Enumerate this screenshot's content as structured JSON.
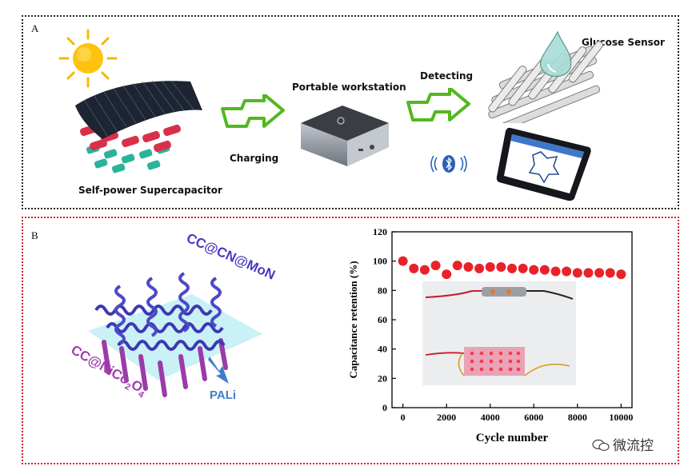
{
  "panel_a": {
    "label": "A",
    "captions": {
      "supercapacitor": "Self-power Supercapacitor",
      "charging": "Charging",
      "workstation": "Portable workstation",
      "detecting": "Detecting",
      "glucose": "Glucose Sensor"
    },
    "icons": [
      "sun-icon",
      "fabric-icon",
      "lightning-arrow-icon",
      "power-bank-icon",
      "bluetooth-icon",
      "textile-sensor-icon",
      "droplet-icon",
      "smartphone-icon"
    ]
  },
  "panel_b": {
    "label": "B",
    "labels": {
      "mon": "CC@CN@MoN",
      "nico_prefix": "CC@NiCo",
      "nico_sub1": "2",
      "nico_mid": "O",
      "nico_sub2": "4",
      "pali": "PALi"
    }
  },
  "chart_data": {
    "type": "scatter",
    "xlabel": "Cycle number",
    "ylabel": "Capacitance retention (%)",
    "xlim": [
      -500,
      10500
    ],
    "ylim": [
      0,
      120
    ],
    "xticks": [
      0,
      2000,
      4000,
      6000,
      8000,
      10000
    ],
    "yticks": [
      0,
      20,
      40,
      60,
      80,
      100,
      120
    ],
    "marker_color": "#e8222a",
    "x": [
      0,
      500,
      1000,
      1500,
      2000,
      2500,
      3000,
      3500,
      4000,
      4500,
      5000,
      5500,
      6000,
      6500,
      7000,
      7500,
      8000,
      8500,
      9000,
      9500,
      10000
    ],
    "y": [
      100,
      95,
      94,
      97,
      91,
      97,
      96,
      95,
      96,
      96,
      95,
      95,
      94,
      94,
      93,
      93,
      92,
      92,
      92,
      92,
      91
    ]
  },
  "watermark": "微流控"
}
